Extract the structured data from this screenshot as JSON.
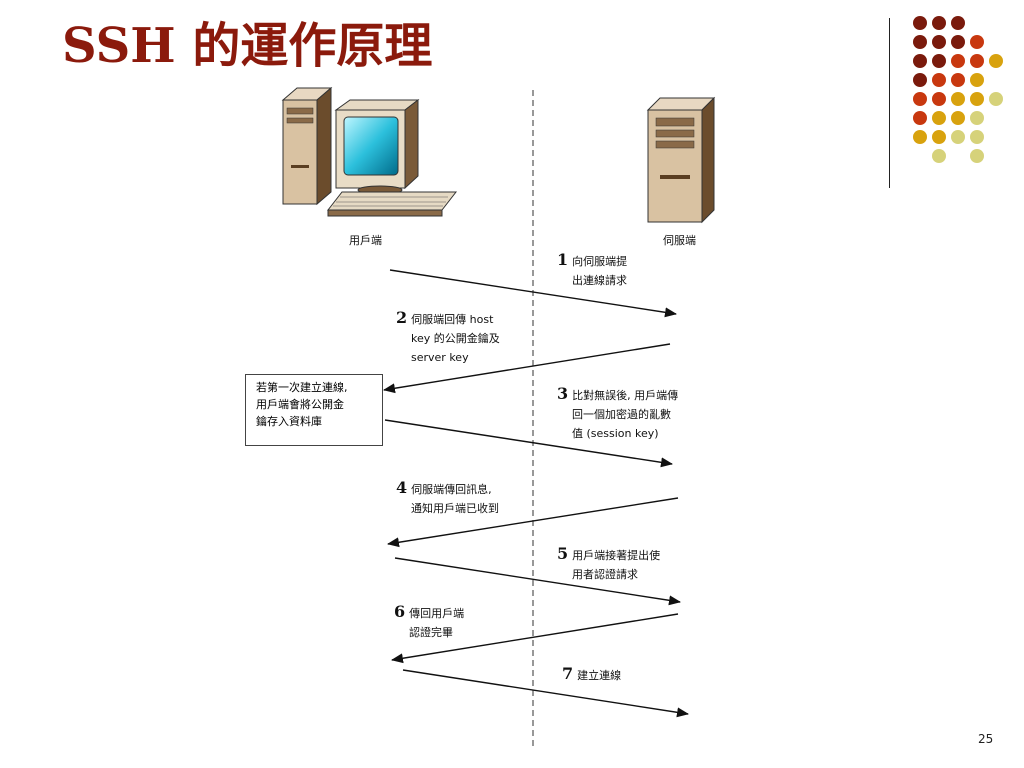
{
  "slide": {
    "title": "SSH 的運作原理",
    "page_number": "25"
  },
  "diagram": {
    "client_label": "用戶端",
    "server_label": "伺服端",
    "note_lines": [
      "若第一次建立連線,",
      "用戶端會將公開金",
      "鑰存入資料庫"
    ],
    "steps": [
      {
        "num": "1",
        "lines": [
          "向伺服端提",
          "出連線請求"
        ]
      },
      {
        "num": "2",
        "lines": [
          "伺服端回傳 host",
          "key 的公開金鑰及",
          "server key"
        ]
      },
      {
        "num": "3",
        "lines": [
          "比對無誤後, 用戶端傳",
          "回一個加密過的亂數",
          "值 (session key)"
        ]
      },
      {
        "num": "4",
        "lines": [
          "伺服端傳回訊息,",
          "通知用戶端已收到"
        ]
      },
      {
        "num": "5",
        "lines": [
          "用戶端接著提出使",
          "用者認證請求"
        ]
      },
      {
        "num": "6",
        "lines": [
          "傳回用戶端",
          "認證完畢"
        ]
      },
      {
        "num": "7",
        "lines": [
          "建立連線"
        ]
      }
    ]
  },
  "colors": {
    "title": "#8b1a0c",
    "dot_palette": [
      "#7a1a0c",
      "#c8380f",
      "#d8a20e",
      "#d6d27a"
    ]
  },
  "icons": {
    "client": "desktop-computer-icon",
    "server": "server-tower-icon",
    "decoration": "dot-grid-decoration"
  }
}
